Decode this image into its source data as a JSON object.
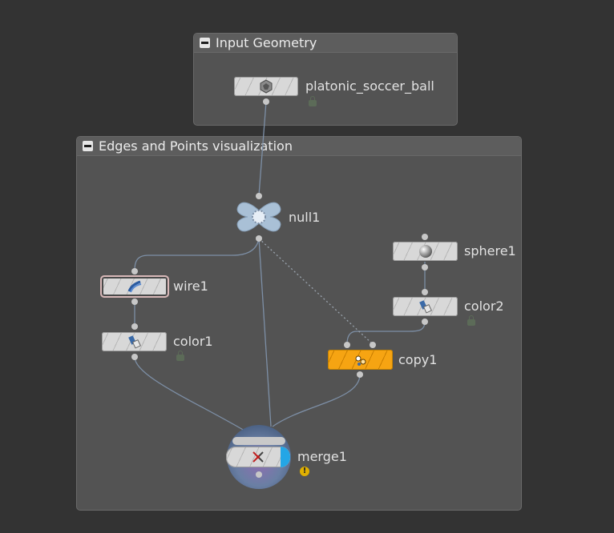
{
  "network_boxes": {
    "input_geometry": {
      "title": "Input Geometry"
    },
    "edges_points": {
      "title": "Edges and Points visualization"
    }
  },
  "nodes": {
    "platonic_soccer_ball": {
      "label": "platonic_soccer_ball",
      "icon": "platonic-icon",
      "locked": true
    },
    "null1": {
      "label": "null1",
      "icon": "null-icon"
    },
    "wire1": {
      "label": "wire1",
      "icon": "wire-icon",
      "selected": true
    },
    "color1": {
      "label": "color1",
      "icon": "color-icon",
      "locked": true
    },
    "sphere1": {
      "label": "sphere1",
      "icon": "sphere-icon"
    },
    "color2": {
      "label": "color2",
      "icon": "color-icon",
      "locked": true
    },
    "copy1": {
      "label": "copy1",
      "icon": "copy-icon"
    },
    "merge1": {
      "label": "merge1",
      "icon": "merge-icon",
      "warning": "!"
    }
  },
  "colors": {
    "background": "#333333",
    "network_box": "#535353",
    "wire": "#7d8fa6",
    "copy_node": "#f6a412",
    "null_node": "#a9c0d6",
    "merge_highlight": "#24a6e6",
    "lock": "#5c6b58",
    "warning": "#e0b000"
  }
}
